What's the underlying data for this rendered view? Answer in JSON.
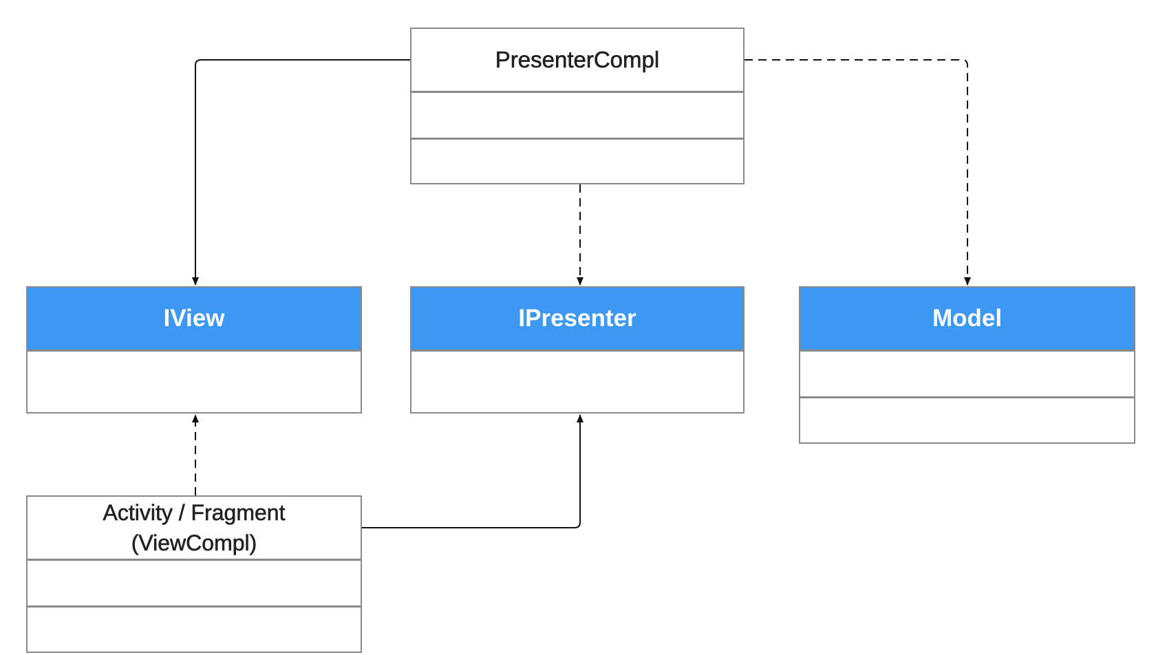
{
  "diagram": {
    "boxes": {
      "presenter_compl": {
        "title": "PresenterCompl"
      },
      "iview": {
        "title": "IView"
      },
      "ipresenter": {
        "title": "IPresenter"
      },
      "model": {
        "title": "Model"
      },
      "activity": {
        "title_line1": "Activity / Fragment",
        "title_line2": "(ViewCompl)"
      }
    },
    "colors": {
      "header_blue": "#3d98f4",
      "border": "#8a8a8a",
      "line": "#111111"
    }
  }
}
